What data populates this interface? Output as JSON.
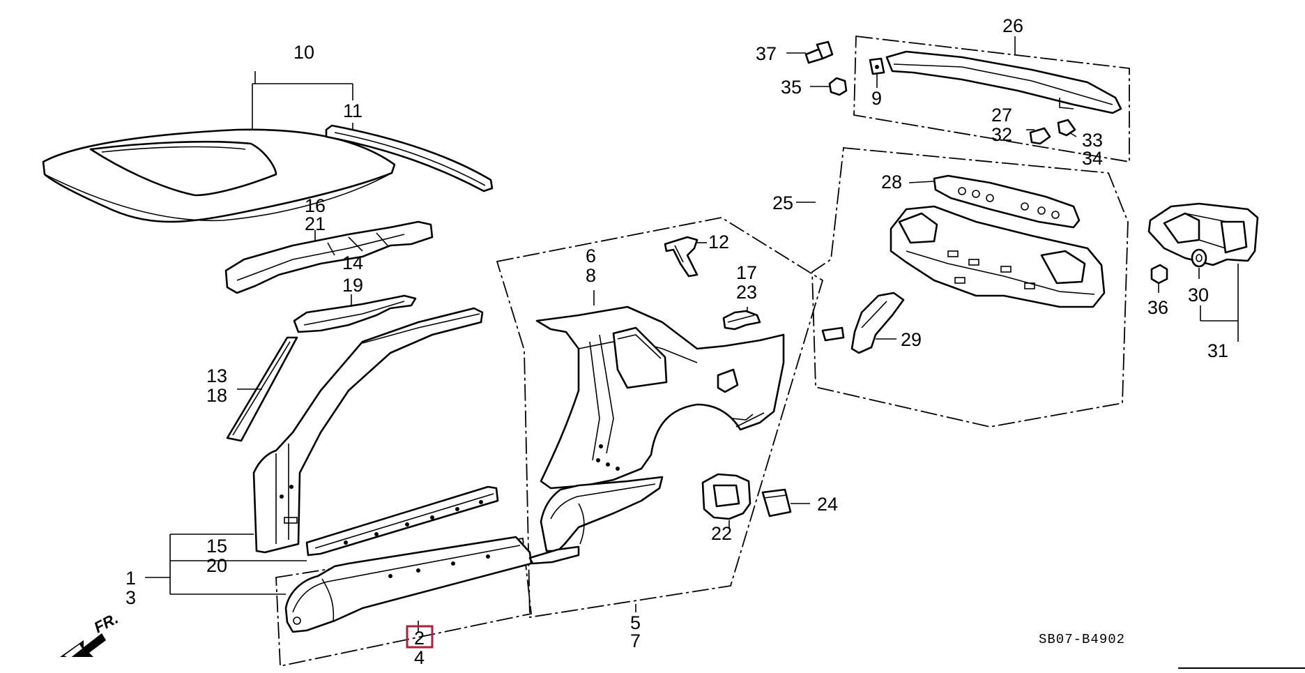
{
  "diagram": {
    "callouts": {
      "c1": "1",
      "c2": "2",
      "c3": "3",
      "c4": "4",
      "c5": "5",
      "c6": "6",
      "c7": "7",
      "c8": "8",
      "c9": "9",
      "c10": "10",
      "c11": "11",
      "c12": "12",
      "c13": "13",
      "c14": "14",
      "c15": "15",
      "c16": "16",
      "c17": "17",
      "c18": "18",
      "c19": "19",
      "c20": "20",
      "c21": "21",
      "c22": "22",
      "c23": "23",
      "c24": "24",
      "c25": "25",
      "c26": "26",
      "c27": "27",
      "c28": "28",
      "c29": "29",
      "c30": "30",
      "c31": "31",
      "c32": "32",
      "c33": "33",
      "c34": "34",
      "c35": "35",
      "c36": "36",
      "c37": "37"
    },
    "highlighted_callout": "2",
    "highlight_color": "#b0203a",
    "direction_label": "FR.",
    "diagram_code": "SB07-B4902"
  }
}
